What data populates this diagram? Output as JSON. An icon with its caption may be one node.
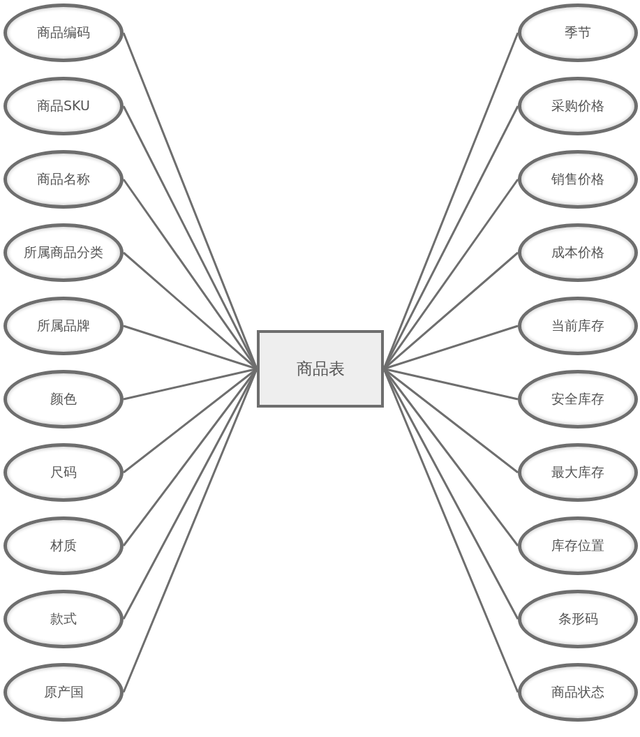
{
  "diagram": {
    "nodes": [
      {
        "text": [
          "商品表"
        ]
      },
      {
        "text": [
          "商品编码"
        ]
      },
      {
        "text": [
          "商品SKU"
        ]
      },
      {
        "text": [
          "商品名称"
        ]
      },
      {
        "text": [
          "所属商品分类"
        ]
      },
      {
        "text": [
          "所属品牌"
        ]
      },
      {
        "text": [
          "颜色"
        ]
      },
      {
        "text": [
          "尺码"
        ]
      },
      {
        "text": [
          "材质"
        ]
      },
      {
        "text": [
          "款式"
        ]
      },
      {
        "text": [
          "原产国"
        ]
      },
      {
        "text": [
          "季节"
        ]
      },
      {
        "text": [
          "采购价格"
        ]
      },
      {
        "text": [
          "销售价格"
        ]
      },
      {
        "text": [
          "成本价格"
        ]
      },
      {
        "text": [
          "当前库存"
        ]
      },
      {
        "text": [
          "安全库存"
        ]
      },
      {
        "text": [
          "最大库存"
        ]
      },
      {
        "text": [
          "库存位置"
        ]
      },
      {
        "text": [
          "条形码"
        ]
      },
      {
        "text": [
          "商品状态"
        ]
      }
    ],
    "edges": [
      {
        "from": 1,
        "to": 0,
        "arrow": "none"
      },
      {
        "from": 2,
        "to": 0,
        "arrow": "none"
      },
      {
        "from": 3,
        "to": 0,
        "arrow": "none"
      },
      {
        "from": 4,
        "to": 0,
        "arrow": "none"
      },
      {
        "from": 5,
        "to": 0,
        "arrow": "none"
      },
      {
        "from": 6,
        "to": 0,
        "arrow": "none"
      },
      {
        "from": 7,
        "to": 0,
        "arrow": "none"
      },
      {
        "from": 8,
        "to": 0,
        "arrow": "none"
      },
      {
        "from": 9,
        "to": 0,
        "arrow": "none"
      },
      {
        "from": 10,
        "to": 0,
        "arrow": "none"
      },
      {
        "from": 11,
        "to": 0,
        "arrow": "none"
      },
      {
        "from": 12,
        "to": 0,
        "arrow": "none"
      },
      {
        "from": 13,
        "to": 0,
        "arrow": "none"
      },
      {
        "from": 14,
        "to": 0,
        "arrow": "none"
      },
      {
        "from": 15,
        "to": 0,
        "arrow": "none"
      },
      {
        "from": 16,
        "to": 0,
        "arrow": "none"
      },
      {
        "from": 17,
        "to": 0,
        "arrow": "none"
      },
      {
        "from": 18,
        "to": 0,
        "arrow": "none"
      },
      {
        "from": 19,
        "to": 0,
        "arrow": "none"
      },
      {
        "from": 20,
        "to": 0,
        "arrow": "none"
      }
    ]
  }
}
